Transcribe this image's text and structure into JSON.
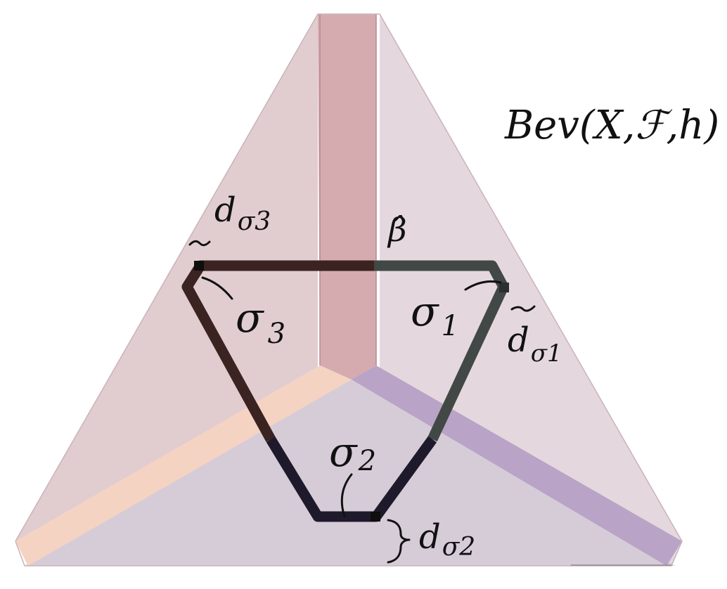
{
  "title": {
    "text": "Bev(X,ℱ,h)"
  },
  "labels": {
    "beta_hat": "β̂",
    "sigma1": {
      "base": "σ",
      "sub": "1"
    },
    "sigma2": {
      "base": "σ",
      "sub": "2"
    },
    "sigma3": {
      "base": "σ",
      "sub": "3"
    },
    "d_sigma1": {
      "base": "d",
      "sub": "σ1"
    },
    "d_sigma2": {
      "base": "d",
      "sub": "σ2"
    },
    "d_sigma3": {
      "base": "d",
      "sub": "σ3"
    }
  },
  "colors": {
    "left_face": "#e1cdd0",
    "right_face": "#e4d8de",
    "bottom_face": "#d6ccd8",
    "vertical_strip": "#d5abaf",
    "orange_strip": "#f5d3c2",
    "purple_strip": "#b9a3c6",
    "loop_left": "#3a2320",
    "loop_right": "#414845",
    "loop_bottom": "#1e1a2c"
  }
}
